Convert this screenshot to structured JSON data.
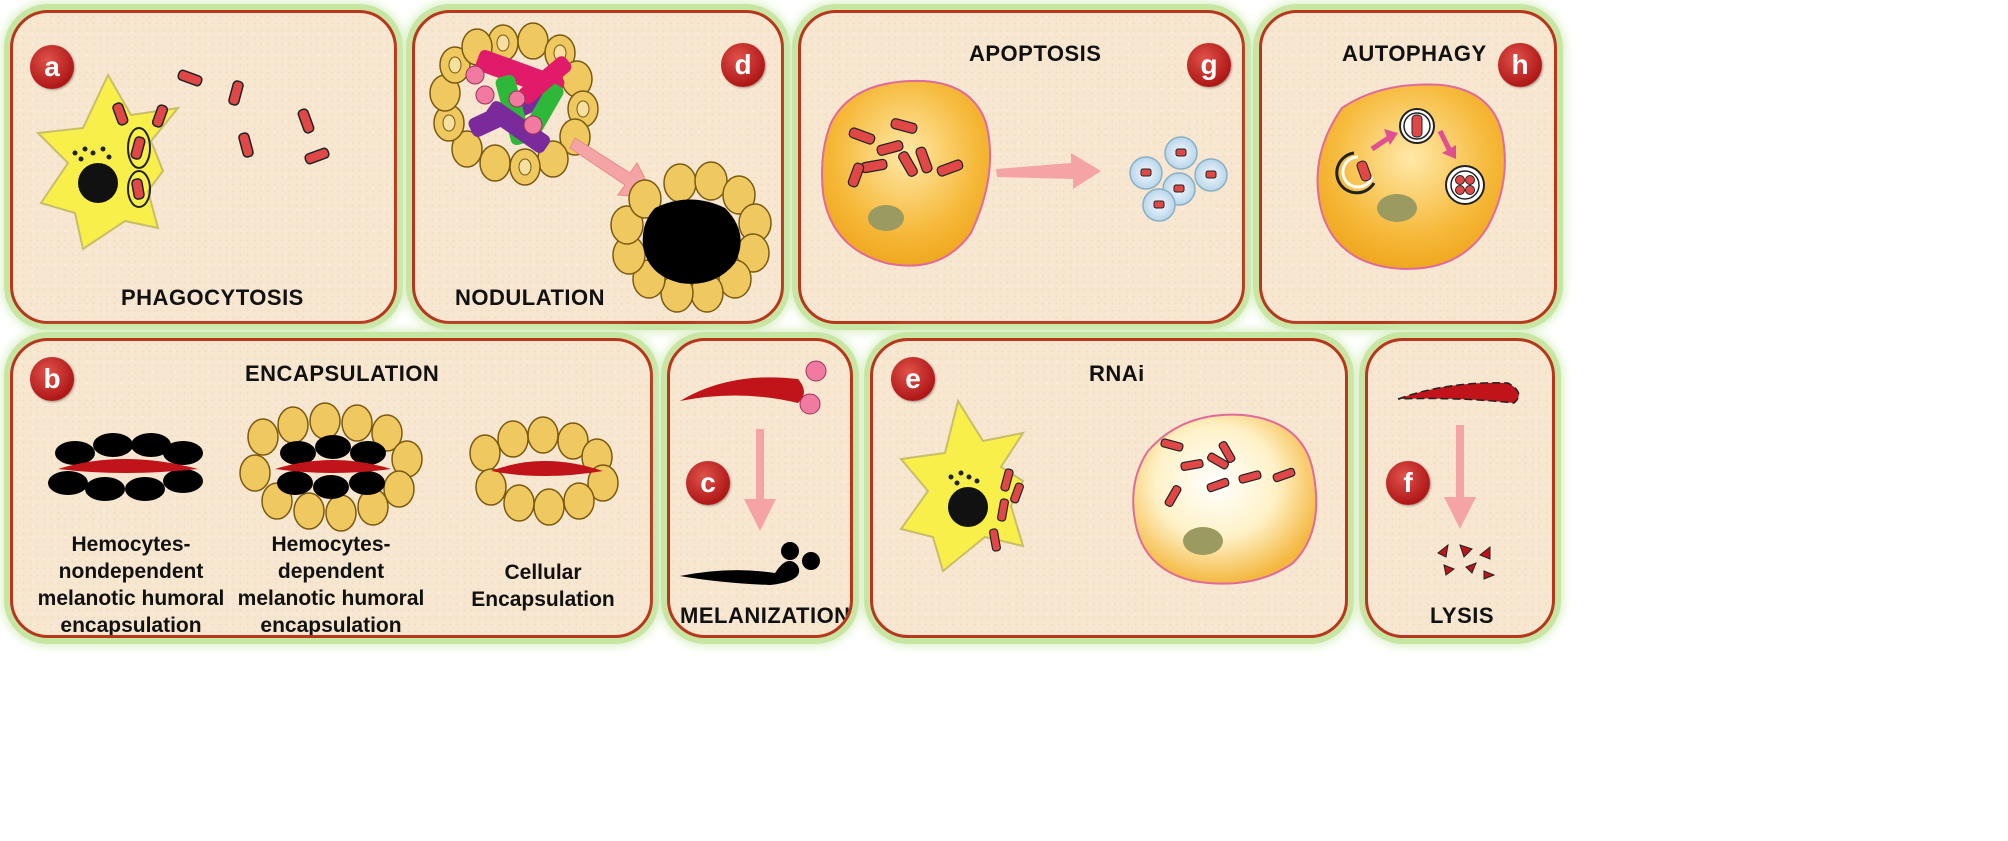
{
  "panels": {
    "a": {
      "badge": "a",
      "title": "PHAGOCYTOSIS"
    },
    "d": {
      "badge": "d",
      "title": "NODULATION"
    },
    "g": {
      "badge": "g",
      "title": "APOPTOSIS"
    },
    "h": {
      "badge": "h",
      "title": "AUTOPHAGY"
    },
    "b": {
      "badge": "b",
      "title": "ENCAPSULATION",
      "captions": [
        {
          "line1": "Hemocytes-",
          "line2": "nondependent",
          "line3": "melanotic humoral",
          "line4": "encapsulation"
        },
        {
          "line1": "Hemocytes-",
          "line2": "dependent",
          "line3": "melanotic humoral",
          "line4": "encapsulation"
        },
        {
          "line1": "Cellular",
          "line2": "Encapsulation",
          "line3": "",
          "line4": ""
        }
      ]
    },
    "c": {
      "badge": "c",
      "title": "MELANIZATION"
    },
    "e": {
      "badge": "e",
      "title": "RNAi"
    },
    "f": {
      "badge": "f",
      "title": "LYSIS"
    }
  },
  "colors": {
    "panel_bg": "#f7e6d0",
    "border": "#b8361c",
    "glow": "#c7e6a3",
    "badge": "#c41f1f",
    "bacteria": "#e04848",
    "hemocyte": "#f2d76b",
    "melanin": "#000000",
    "arrow": "#f4a4a4"
  }
}
